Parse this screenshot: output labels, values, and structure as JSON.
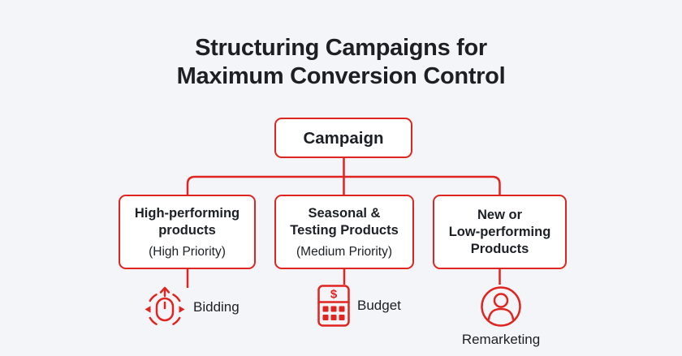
{
  "colors": {
    "background": "#f4f5f8",
    "accent": "#e02420",
    "text": "#1c1f24",
    "node_fill": "#ffffff"
  },
  "title": {
    "text": "Structuring Campaigns for\nMaximum Conversion Control"
  },
  "diagram": {
    "root": {
      "label": "Campaign"
    },
    "children": [
      {
        "title": "High-performing\nproducts",
        "subtitle": "(High Priority)"
      },
      {
        "title": "Seasonal &\nTesting Products",
        "subtitle": "(Medium Priority)"
      },
      {
        "title": "New or\nLow-performing\nProducts"
      }
    ],
    "legend": [
      {
        "icon": "mouse-drag-icon",
        "label": "Bidding"
      },
      {
        "icon": "calculator-icon",
        "label": "Budget",
        "glyph": "$"
      },
      {
        "icon": "person-icon",
        "label": "Remarketing"
      }
    ]
  }
}
